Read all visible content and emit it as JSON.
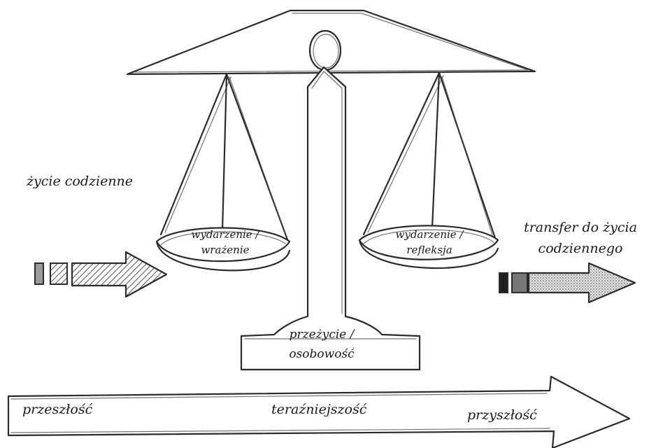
{
  "labels": {
    "daily_life": "życie codzienne",
    "event_impression_1": "wydarzenie /",
    "event_impression_2": "wrażenie",
    "event_reflection_1": "wydarzenie /",
    "event_reflection_2": "refleksja",
    "experience_1": "przeżycie /",
    "experience_2": "osobowość",
    "transfer_1": "transfer do życia",
    "transfer_2": "codziennego",
    "past": "przeszłość",
    "present": "teraźniejszość",
    "future": "przyszłość"
  },
  "colors": {
    "ink": "#2b2b2b",
    "paper": "#ffffff",
    "hatch": "#555555"
  },
  "icons": {
    "balance_scale": "balance-scale-icon",
    "input_arrow": "hatched-arrow-right-icon",
    "output_arrow": "dotted-arrow-right-icon",
    "timeline_arrow": "timeline-arrow-icon"
  }
}
